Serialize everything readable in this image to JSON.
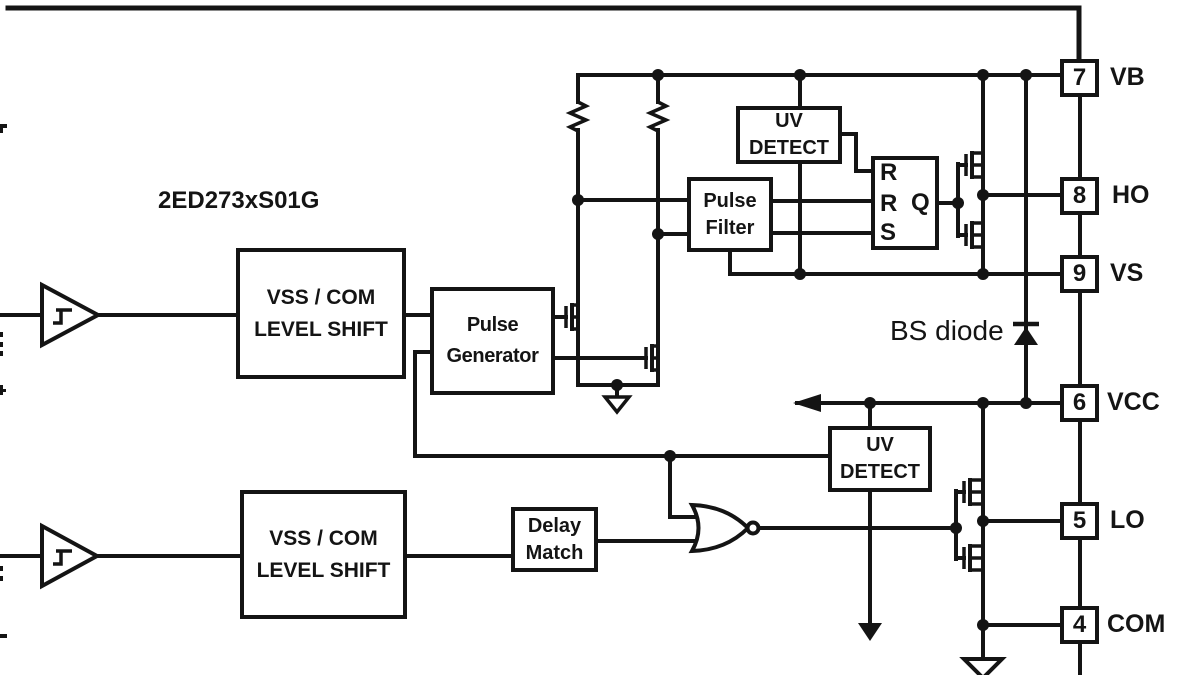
{
  "title": "2ED273xS01G",
  "colors": {
    "ink": "#141414",
    "background": "#ffffff"
  },
  "blocks": {
    "level_shift_high": {
      "line1": "VSS / COM",
      "line2": "LEVEL SHIFT"
    },
    "level_shift_low": {
      "line1": "VSS / COM",
      "line2": "LEVEL SHIFT"
    },
    "pulse_generator": {
      "line1": "Pulse",
      "line2": "Generator"
    },
    "pulse_filter": {
      "line1": "Pulse",
      "line2": "Filter"
    },
    "uv_detect_high": {
      "line1": "UV",
      "line2": "DETECT"
    },
    "uv_detect_low": {
      "line1": "UV",
      "line2": "DETECT"
    },
    "delay_match": {
      "line1": "Delay",
      "line2": "Match"
    },
    "latch": {
      "r_top": "R",
      "r_mid": "R",
      "s": "S",
      "q": "Q"
    }
  },
  "annotations": {
    "bs_diode": "BS diode"
  },
  "pins": [
    {
      "number": "7",
      "name": "VB"
    },
    {
      "number": "8",
      "name": "HO"
    },
    {
      "number": "9",
      "name": "VS"
    },
    {
      "number": "6",
      "name": "VCC"
    },
    {
      "number": "5",
      "name": "LO"
    },
    {
      "number": "4",
      "name": "COM"
    }
  ]
}
